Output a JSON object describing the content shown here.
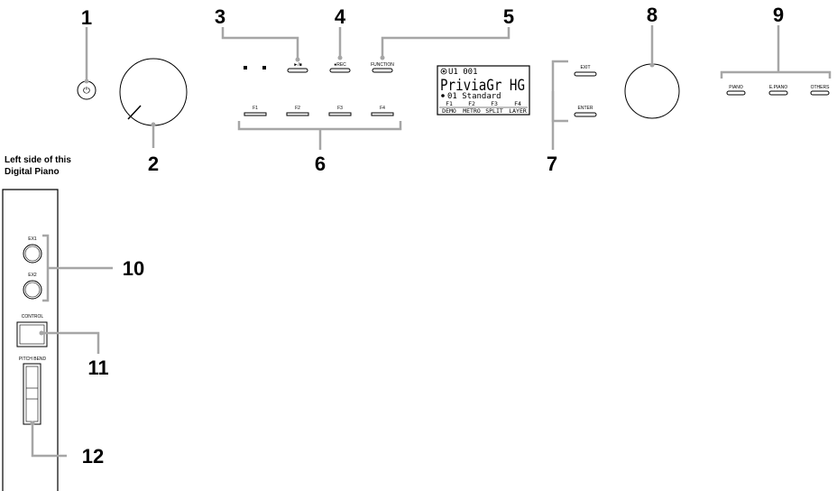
{
  "callouts": [
    "1",
    "2",
    "3",
    "4",
    "5",
    "6",
    "7",
    "8",
    "9",
    "10",
    "11",
    "12"
  ],
  "power_symbol": "⏻",
  "buttons": {
    "play_stop": "►/■",
    "rec": "●REC",
    "function": "FUNCTION",
    "f1": "F1",
    "f2": "F2",
    "f3": "F3",
    "f4": "F4",
    "exit": "EXIT",
    "enter": "ENTER",
    "piano": "PIANO",
    "e_piano": "E.PIANO",
    "others": "OTHERS",
    "ex1": "EX1",
    "ex2": "EX2",
    "control": "CONTROL",
    "pitch_bend": "PITCH BEND"
  },
  "display": {
    "line1": "U1 001",
    "line2": "PriviaGr HG",
    "line3": "01 Standard",
    "fkeys": [
      "F1",
      "F2",
      "F3",
      "F4"
    ],
    "flabels": [
      "DEMO",
      "METRO",
      "SPLIT",
      "LAYER"
    ]
  },
  "side_header": [
    "Left side of this",
    "Digital Piano"
  ]
}
